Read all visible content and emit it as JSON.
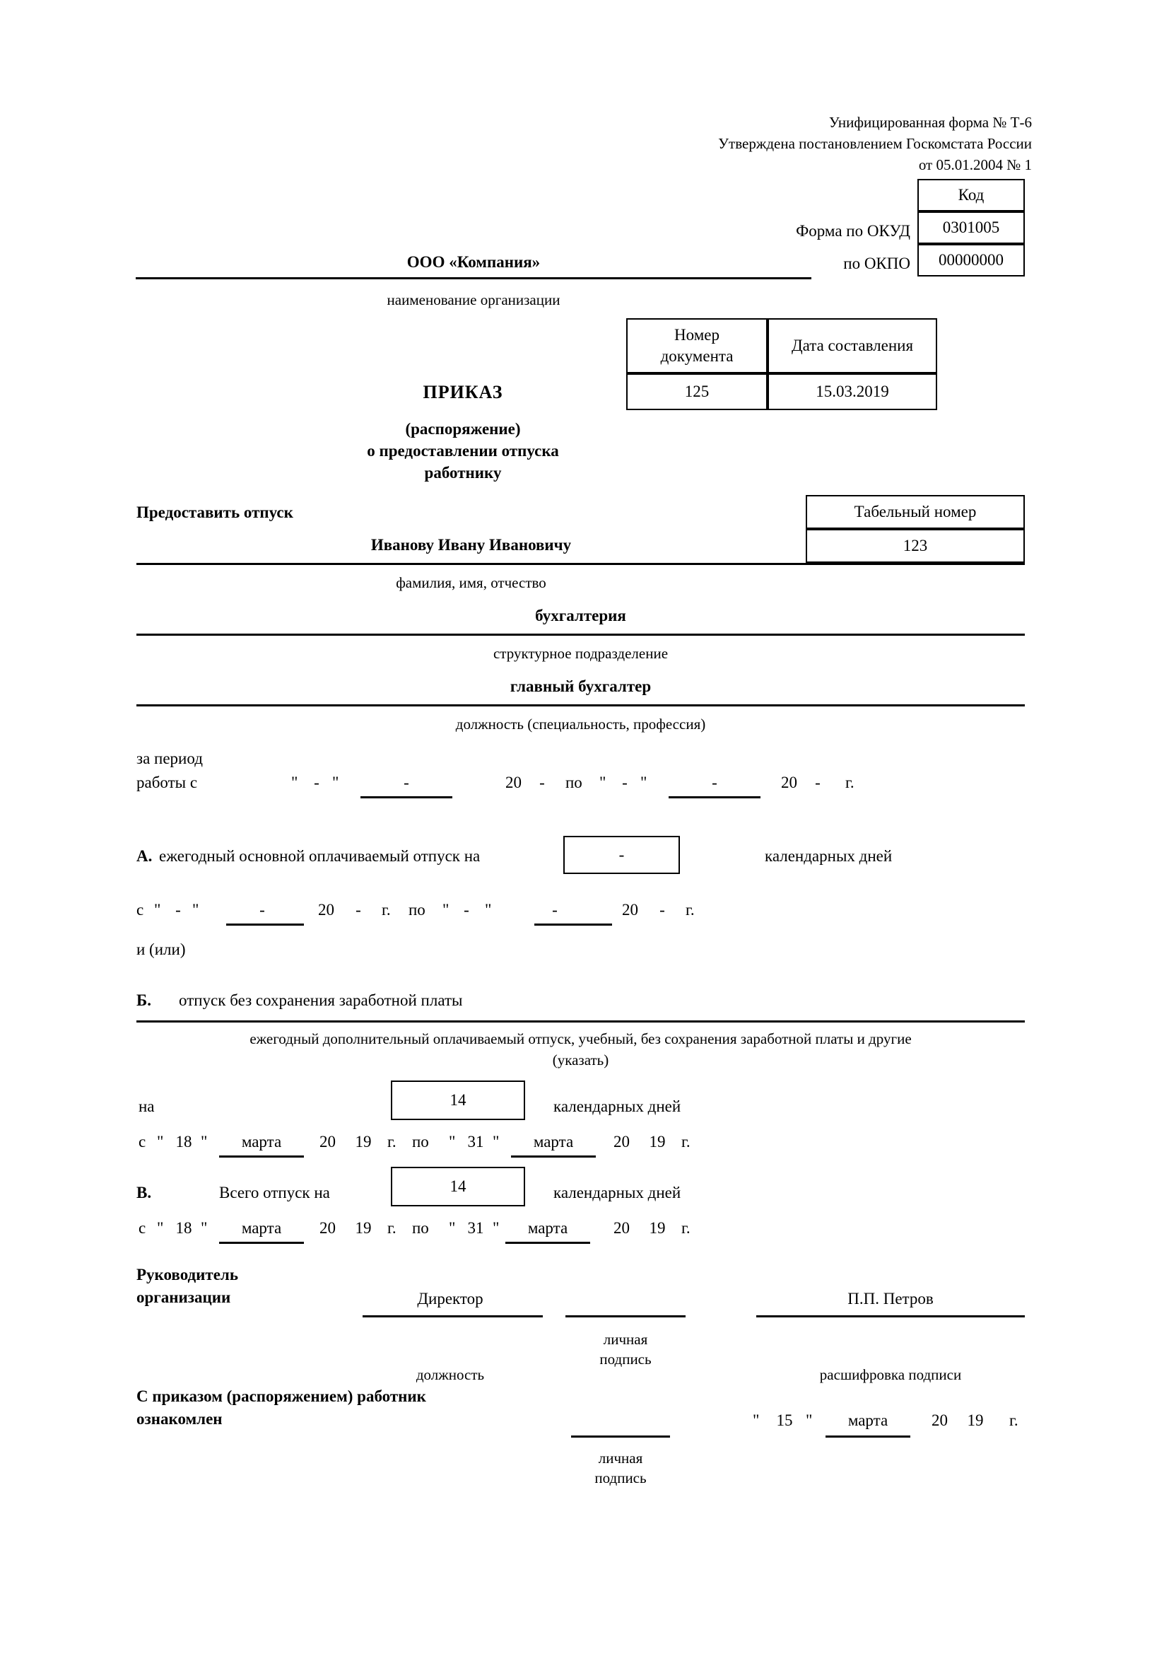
{
  "document": {
    "form_header_line1": "Унифицированная форма № Т-6",
    "form_header_line2": "Утверждена постановлением Госкомстата России",
    "form_header_line3": "от 05.01.2004 № 1",
    "code_column_header": "Код",
    "okud_label": "Форма по ОКУД",
    "okud_value": "0301005",
    "okpo_label": "по ОКПО",
    "okpo_value": "00000000",
    "organization_name": "ООО «Компания»",
    "organization_caption": "наименование организации"
  },
  "order_table": {
    "col_number_line1": "Номер",
    "col_number_line2": "документа",
    "col_date": "Дата составления",
    "number_value": "125",
    "date_value": "15.03.2019"
  },
  "title": {
    "main": "ПРИКАЗ",
    "line1": "(распоряжение)",
    "line2": "о предоставлении отпуска",
    "line3": "работнику"
  },
  "employee": {
    "grant_label": "Предоставить отпуск",
    "tab_number_header": "Табельный номер",
    "tab_number_value": "123",
    "full_name": "Иванову Ивану Ивановичу",
    "name_caption": "фамилия, имя, отчество",
    "department": "бухгалтерия",
    "department_caption": "структурное подразделение",
    "position": "главный бухгалтер",
    "position_caption": "должность (специальность, профессия)"
  },
  "work_period": {
    "label_line1": "за период",
    "label_line2": "работы с",
    "day_from": "-",
    "month_from": "-",
    "year_prefix": "20",
    "year_from": "-",
    "po": "по",
    "day_to": "-",
    "month_to": "-",
    "year_to": "-",
    "year_suffix": "г.",
    "quote": "\""
  },
  "section_a": {
    "marker": "А.",
    "text": "ежегодный основной оплачиваемый отпуск на",
    "days_value": "-",
    "days_caption": "календарных дней",
    "s": "с",
    "quote": "\"",
    "day_from": "-",
    "month_from": "-",
    "year_prefix": "20",
    "year_from": "-",
    "g": "г.",
    "po": "по",
    "day_to": "-",
    "month_to": "-",
    "year_to": "-",
    "and_or": "и (или)"
  },
  "section_b": {
    "marker": "Б.",
    "text": "отпуск без сохранения заработной платы",
    "caption_line1": "ежегодный дополнительный оплачиваемый отпуск, учебный, без сохранения заработной платы и другие",
    "caption_line2": "(указать)",
    "na": "на",
    "days_value": "14",
    "days_caption": "календарных дней",
    "s": "с",
    "quote": "\"",
    "day_from": "18",
    "month_from": "марта",
    "year_prefix": "20",
    "year_from": "19",
    "g": "г.",
    "po": "по",
    "day_to": "31",
    "month_to": "марта",
    "year_to": "19"
  },
  "section_v": {
    "marker": "В.",
    "text": "Всего отпуск на",
    "days_value": "14",
    "days_caption": "календарных дней",
    "s": "с",
    "quote": "\"",
    "day_from": "18",
    "month_from": "марта",
    "year_prefix": "20",
    "year_from": "19",
    "g": "г.",
    "po": "по",
    "day_to": "31",
    "month_to": "марта",
    "year_to": "19"
  },
  "signature": {
    "head_line1": "Руководитель",
    "head_line2": "организации",
    "position_value": "Директор",
    "position_caption": "должность",
    "sign_caption_line1": "личная",
    "sign_caption_line2": "подпись",
    "name_value": "П.П. Петров",
    "name_caption": "расшифровка подписи"
  },
  "acknowledgement": {
    "line1": "С приказом (распоряжением) работник",
    "line2": "ознакомлен",
    "sign_caption_line1": "личная",
    "sign_caption_line2": "подпись",
    "quote": "\"",
    "day": "15",
    "month": "марта",
    "year_prefix": "20",
    "year": "19",
    "g": "г."
  }
}
